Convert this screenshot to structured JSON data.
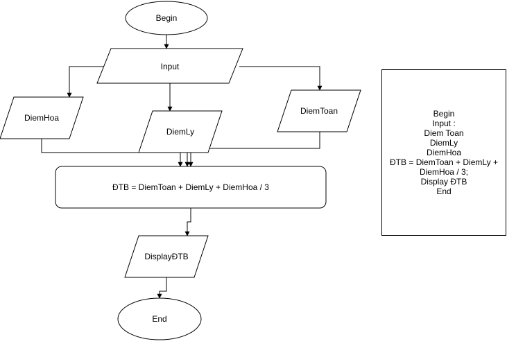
{
  "flowchart": {
    "begin": "Begin",
    "input": "Input",
    "diem_hoa": "DiemHoa",
    "diem_ly": "DiemLy",
    "diem_toan": "DiemToan",
    "calc": "ĐTB = DiemToan + DiemLy + DiemHoa / 3",
    "display": "DisplayĐTB",
    "end": "End"
  },
  "note": {
    "lines": [
      "Begin",
      "Input :",
      "Diem Toan",
      "DiemLy",
      "DiemHoa",
      "ĐTB = DiemToan + DiemLy +",
      "DiemHoa / 3;",
      "Display ĐTB",
      "End"
    ]
  },
  "colors": {
    "stroke": "#000000",
    "fill": "#ffffff"
  }
}
